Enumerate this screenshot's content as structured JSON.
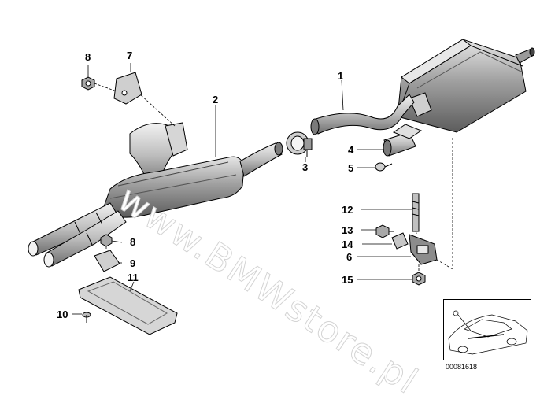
{
  "diagram": {
    "callouts": {
      "c1": "1",
      "c2": "2",
      "c3": "3",
      "c4": "4",
      "c5": "5",
      "c6": "6",
      "c7": "7",
      "c8a": "8",
      "c8b": "8",
      "c9": "9",
      "c10": "10",
      "c11": "11",
      "c12": "12",
      "c13": "13",
      "c14": "14",
      "c15": "15"
    },
    "watermark": "www.BMWstore.pl",
    "reference_number": "00081618"
  },
  "colors": {
    "line": "#000000",
    "shade_light": "#d9d9d9",
    "shade_mid": "#a8a8a8",
    "shade_dark": "#6e6e6e",
    "watermark_outline": "#d4d4d4"
  },
  "icons": {
    "thumbnail": "car-location-thumbnail-icon",
    "exhaust": "exhaust-system-icon"
  }
}
